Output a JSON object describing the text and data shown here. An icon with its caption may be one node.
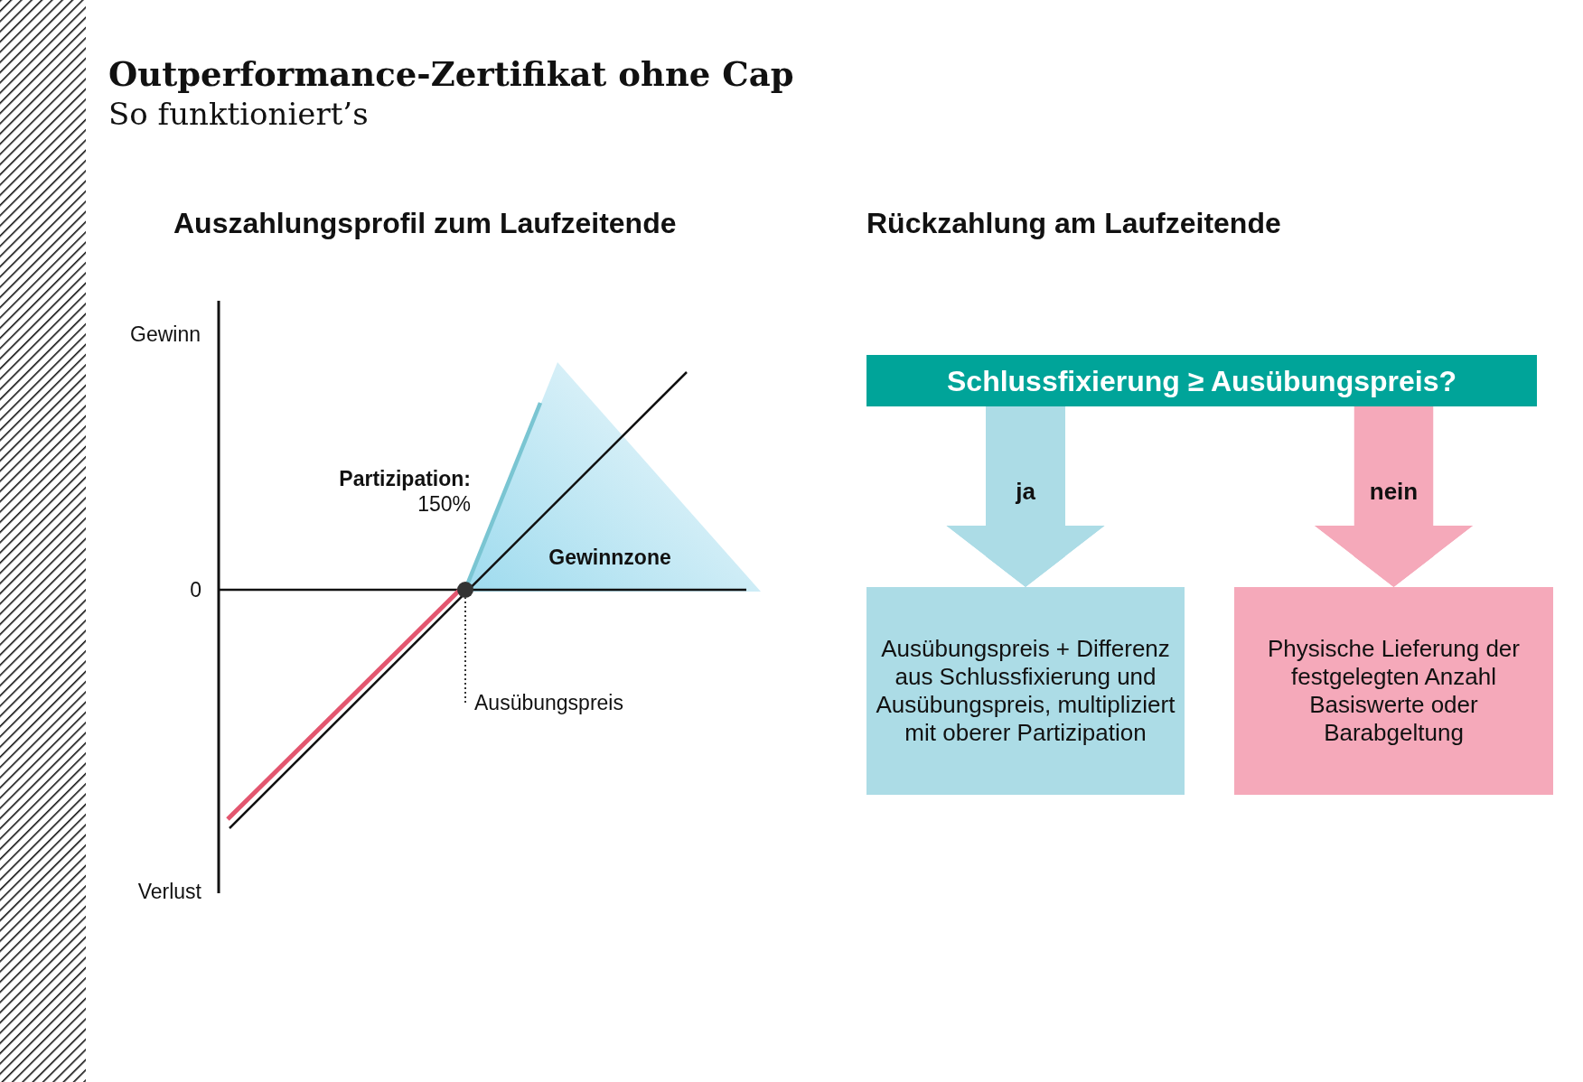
{
  "diagram": {
    "title": "Outperformance-Zertifikat ohne Cap",
    "nodes": [
      {
        "text": [
          "Gewinnzone"
        ]
      },
      {
        "text": [],
        "shape": "circle"
      },
      {
        "text": [
          "Ausübungspreis"
        ]
      },
      {
        "text": [
          "Schlussfixierung ≥ Ausübungspreis?"
        ]
      },
      {
        "text": [
          "Ausübungspreis + Differenz aus Schlussfixierung und Ausübungspreis, multipliziert mit oberer Partizipation"
        ]
      },
      {
        "text": [
          "Physische Lieferung der festgelegten Anzahl Basiswerte oder Barabgeltung"
        ]
      }
    ],
    "edges": [
      {
        "from": 2,
        "to": 1,
        "arrow": "none",
        "style": "dashed"
      },
      {
        "from": 3,
        "to": 4,
        "arrow": "to",
        "label": "ja",
        "color": "#acdce6"
      },
      {
        "from": 3,
        "to": 5,
        "arrow": "to",
        "label": "nein",
        "color": "#f5a9ba"
      }
    ],
    "labels": [
      "So funktioniert’s",
      "Auszahlungsprofil zum Laufzeitende",
      "Rückzahlung am Laufzeitende",
      "Gewinn",
      "**Partizipation:** 150%",
      "0",
      "Verlust"
    ]
  }
}
